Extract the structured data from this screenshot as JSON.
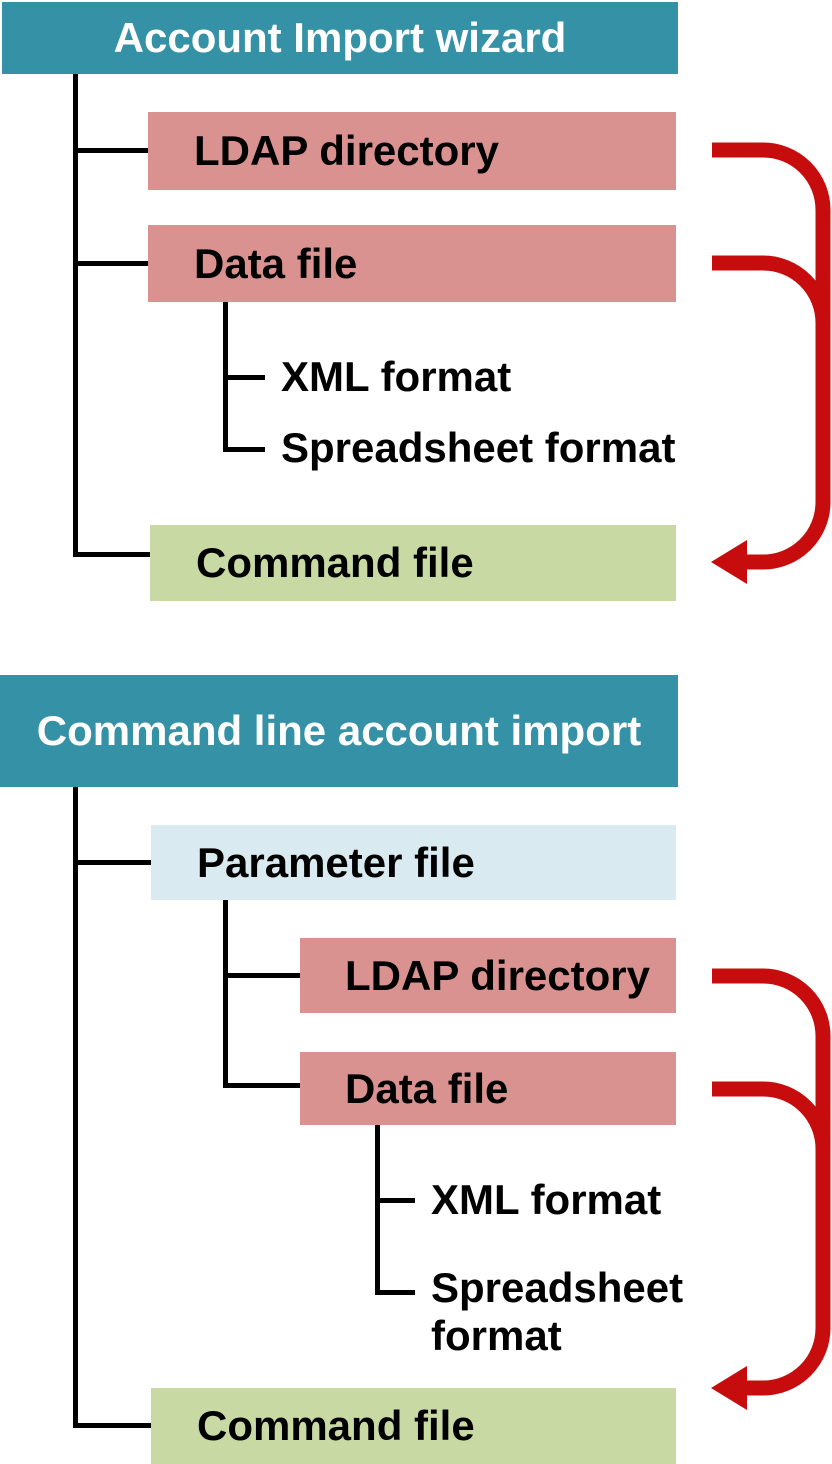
{
  "colors": {
    "header_bg": "#3591a6",
    "source_bg": "#d9928f",
    "parameter_bg": "#d9eaf1",
    "output_bg": "#c9d9a3",
    "arrow": "#c60c0c",
    "line": "#000000",
    "header_text": "#ffffff",
    "node_text": "#000000"
  },
  "diagrams": [
    {
      "title": "Account Import wizard",
      "nodes": {
        "ldap": {
          "label": "LDAP directory"
        },
        "data_file": {
          "label": "Data file"
        },
        "xml_format": {
          "label": "XML format"
        },
        "spreadsheet_format": {
          "label": "Spreadsheet format"
        },
        "command_file": {
          "label": "Command file"
        }
      },
      "arrows": [
        {
          "from": "LDAP directory",
          "to": "Command file"
        },
        {
          "from": "Data file",
          "to": "Command file"
        }
      ]
    },
    {
      "title": "Command line account import",
      "nodes": {
        "parameter_file": {
          "label": "Parameter file"
        },
        "ldap": {
          "label": "LDAP directory"
        },
        "data_file": {
          "label": "Data file"
        },
        "xml_format": {
          "label": "XML format"
        },
        "spreadsheet_format": {
          "label": "Spreadsheet format"
        },
        "command_file": {
          "label": "Command file"
        }
      },
      "arrows": [
        {
          "from": "LDAP directory",
          "to": "Command file"
        },
        {
          "from": "Data file",
          "to": "Command file"
        }
      ]
    }
  ]
}
